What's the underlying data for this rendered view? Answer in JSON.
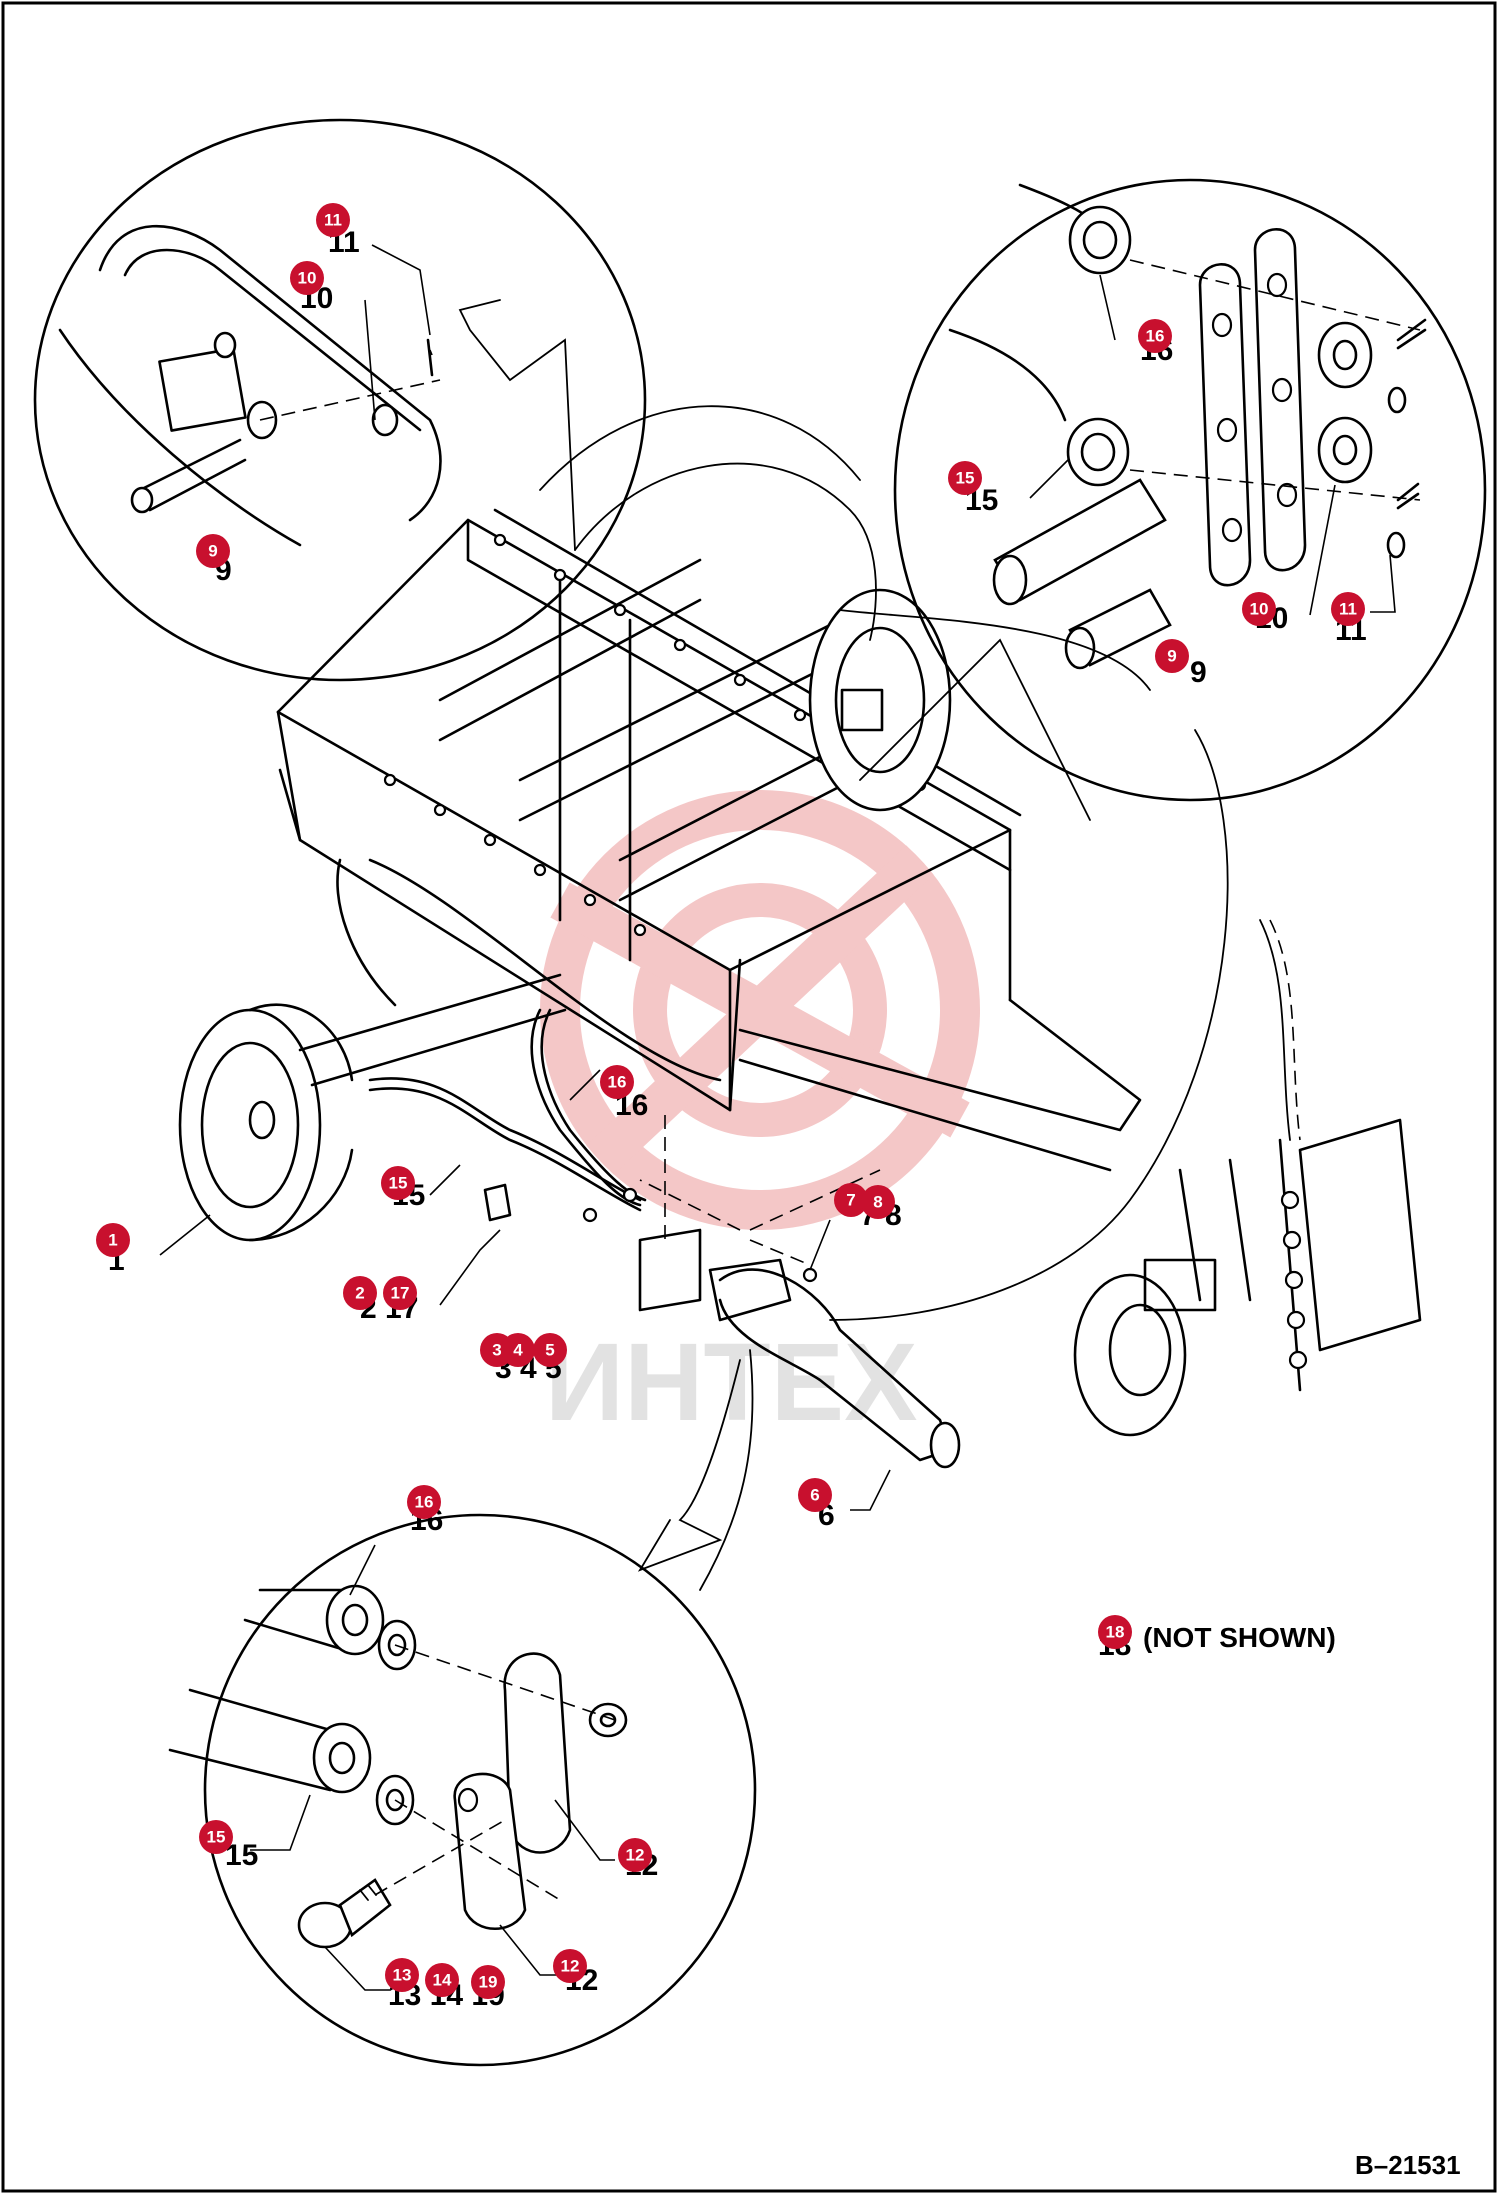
{
  "drawing_number": "B–21531",
  "not_shown_note": "(NOT SHOWN)",
  "watermark": "ИНТЕХ",
  "callouts": [
    {
      "id": "c1",
      "label": "1"
    },
    {
      "id": "c2",
      "label": "2"
    },
    {
      "id": "c3",
      "label": "3"
    },
    {
      "id": "c4",
      "label": "4"
    },
    {
      "id": "c5",
      "label": "5"
    },
    {
      "id": "c6",
      "label": "6"
    },
    {
      "id": "c7",
      "label": "7"
    },
    {
      "id": "c8",
      "label": "8"
    },
    {
      "id": "c9a",
      "label": "9"
    },
    {
      "id": "c9b",
      "label": "9"
    },
    {
      "id": "c10a",
      "label": "10"
    },
    {
      "id": "c10b",
      "label": "10"
    },
    {
      "id": "c11a",
      "label": "11"
    },
    {
      "id": "c11b",
      "label": "11"
    },
    {
      "id": "c12a",
      "label": "12"
    },
    {
      "id": "c12b",
      "label": "12"
    },
    {
      "id": "c13",
      "label": "13"
    },
    {
      "id": "c14",
      "label": "14"
    },
    {
      "id": "c15a",
      "label": "15"
    },
    {
      "id": "c15b",
      "label": "15"
    },
    {
      "id": "c15c",
      "label": "15"
    },
    {
      "id": "c16a",
      "label": "16"
    },
    {
      "id": "c16b",
      "label": "16"
    },
    {
      "id": "c16c",
      "label": "16"
    },
    {
      "id": "c17",
      "label": "17"
    },
    {
      "id": "c18",
      "label": "18"
    },
    {
      "id": "c19",
      "label": "19"
    }
  ],
  "colors": {
    "callout": "#c8102e",
    "line": "#000000",
    "watermark": "#e8a0a0"
  }
}
